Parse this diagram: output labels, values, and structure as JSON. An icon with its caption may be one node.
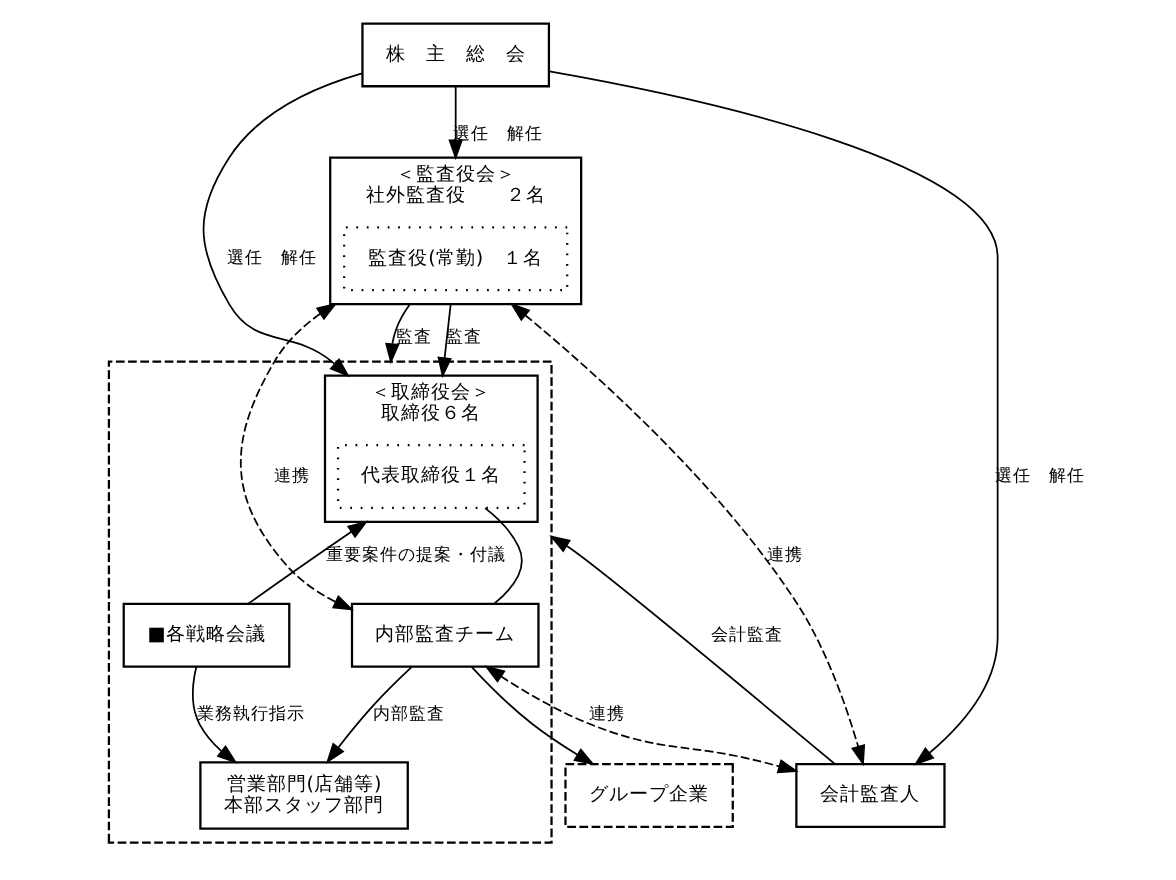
{
  "diagram": {
    "nodes": [
      {
        "text": [
          "株　主　総　会"
        ]
      },
      {
        "text": [],
        "shape": "box"
      },
      {
        "text": [
          "＜取締役会＞",
          "取締役６名"
        ],
        "in": 1
      },
      {
        "text": [
          "代表取締役１名"
        ],
        "in": 2
      },
      {
        "text": [
          "■各戦略会議"
        ],
        "in": 1
      },
      {
        "text": [
          "内部監査チーム"
        ],
        "in": 1
      },
      {
        "text": [
          "営業部門(店舗等)",
          "本部スタッフ部門"
        ],
        "in": 1
      },
      {
        "text": [
          "グループ企業"
        ]
      },
      {
        "text": [
          "＜監査役会＞",
          "社外監査役　　２名"
        ]
      },
      {
        "text": [
          "監査役(常勤)　１名"
        ],
        "in": 8
      },
      {
        "text": [
          "会計監査人"
        ]
      }
    ],
    "edges": [
      {
        "from": 0,
        "to": 2,
        "arrow": "to",
        "label": "選任　解任"
      },
      {
        "from": 0,
        "to": 8,
        "arrow": "to",
        "label": "選任　解任"
      },
      {
        "from": 0,
        "to": 10,
        "arrow": "to",
        "label": "選任　解任"
      },
      {
        "from": 8,
        "to": 1,
        "arrow": "to",
        "label": "監査"
      },
      {
        "from": 8,
        "to": 2,
        "arrow": "to",
        "label": "監査"
      },
      {
        "from": 4,
        "to": 2,
        "arrow": "to",
        "label": "重要案件の提案・付議"
      },
      {
        "from": 4,
        "to": 6,
        "arrow": "to",
        "label": "業務執行指示"
      },
      {
        "from": 3,
        "to": 5,
        "arrow": "none"
      },
      {
        "from": 5,
        "to": 6,
        "arrow": "to",
        "label": "内部監査"
      },
      {
        "from": 5,
        "to": 7,
        "arrow": "to"
      },
      {
        "from": 8,
        "to": 5,
        "arrow": "both",
        "style": "dashed",
        "label": "連携"
      },
      {
        "from": 8,
        "to": 10,
        "arrow": "both",
        "style": "dashed",
        "label": "連携"
      },
      {
        "from": 5,
        "to": 10,
        "arrow": "both",
        "style": "dashed",
        "label": "連携"
      },
      {
        "from": 10,
        "to": 1,
        "arrow": "to",
        "label": "会計監査"
      }
    ]
  }
}
